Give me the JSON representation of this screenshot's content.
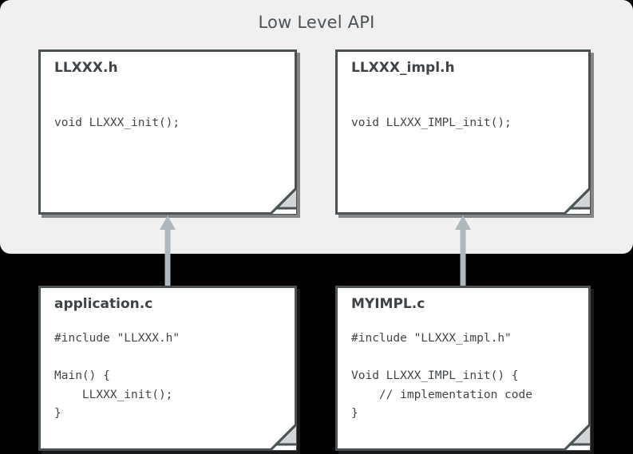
{
  "diagram": {
    "background_color": "#000000",
    "group": {
      "label": "Low Level API",
      "fill": "#f0f0f0",
      "title_color": "#4c5358"
    },
    "card_border_color": "#4a5256",
    "card_fill": "#ffffff",
    "fold_fill": "#d2d4d5",
    "arrow_color": "#aeb8bd",
    "cards": [
      {
        "id": "llxxx-h",
        "title": "LLXXX.h",
        "code": "void LLXXX_init();"
      },
      {
        "id": "llxxx-impl-h",
        "title": "LLXXX_impl.h",
        "code": "void LLXXX_IMPL_init();"
      },
      {
        "id": "application-c",
        "title": "application.c",
        "code": "#include \"LLXXX.h\"\n\nMain() {\n    LLXXX_init();\n}"
      },
      {
        "id": "myimpl-c",
        "title": "MYIMPL.c",
        "code": "#include \"LLXXX_impl.h\"\n\nVoid LLXXX_IMPL_init() {\n    // implementation code\n}"
      }
    ],
    "arrows": [
      {
        "id": "application-to-llxxx-h",
        "from": "application.c",
        "to": "LLXXX.h",
        "direction": "up"
      },
      {
        "id": "myimpl-to-llxxx-impl-h",
        "from": "MYIMPL.c",
        "to": "LLXXX_impl.h",
        "direction": "up"
      }
    ]
  }
}
